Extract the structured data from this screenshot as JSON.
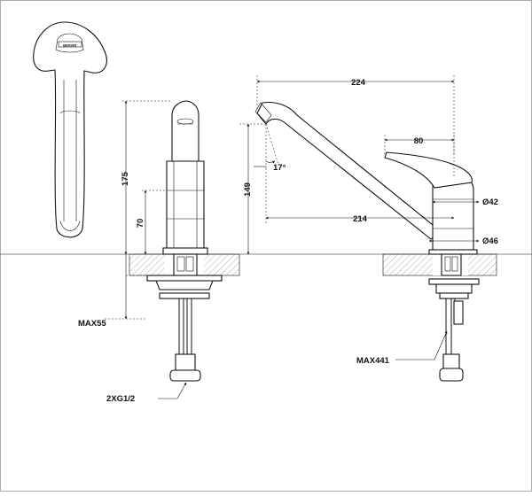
{
  "labels": {
    "dim_175": "175",
    "dim_70": "70",
    "dim_149": "149",
    "dim_224": "224",
    "dim_80": "80",
    "dim_214": "214",
    "angle_17": "17°",
    "dia_42": "Ø42",
    "dia_46": "Ø46",
    "max55": "MAX55",
    "max441": "MAX441",
    "thread": "2XG1/2",
    "brand": "BRAVAT"
  }
}
